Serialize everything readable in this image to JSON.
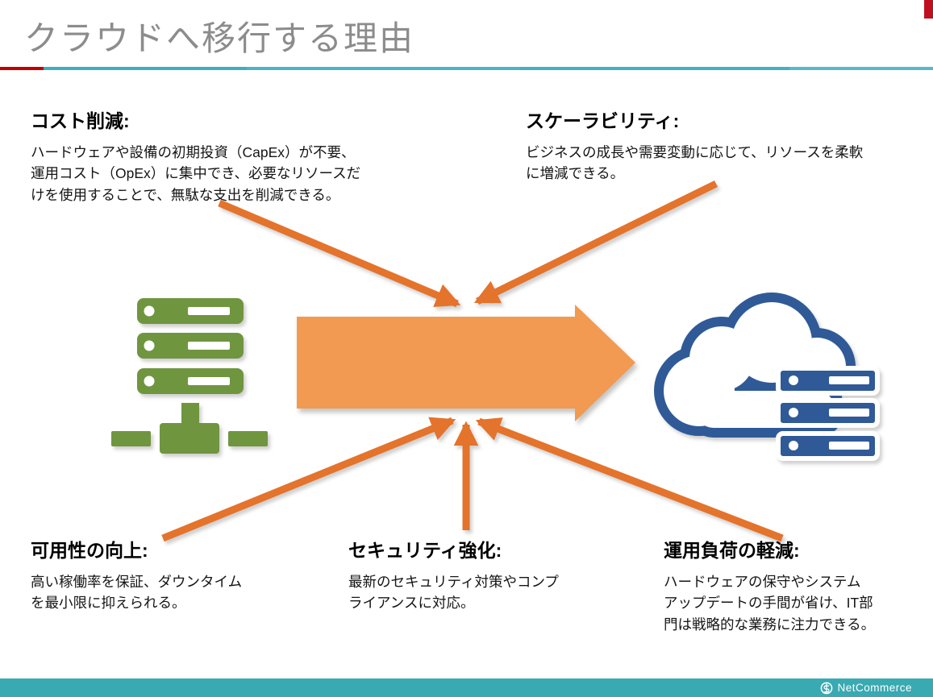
{
  "header": {
    "title": "クラウドへ移行する理由"
  },
  "benefits": [
    {
      "id": "cost",
      "heading": "コスト削減:",
      "body": "ハードウェアや設備の初期投資（CapEx）が不要、\n運用コスト（OpEx）に集中でき、必要なリソースだ\nけを使用することで、無駄な支出を削減できる。"
    },
    {
      "id": "scalability",
      "heading": "スケーラビリティ:",
      "body": "ビジネスの成長や需要変動に応じて、リソースを柔軟\nに増減できる。"
    },
    {
      "id": "availability",
      "heading": "可用性の向上:",
      "body": "高い稼働率を保証、ダウンタイム\nを最小限に抑えられる。"
    },
    {
      "id": "security",
      "heading": "セキュリティ強化:",
      "body": "最新のセキュリティ対策やコンプ\nライアンスに対応。"
    },
    {
      "id": "operations",
      "heading": "運用負荷の軽減:",
      "body": "ハードウェアの保守やシステム\nアップデートの手間が省け、IT部\n門は戦略的な業務に注力できる。"
    }
  ],
  "icons": {
    "left": "on-premise-server-network-icon",
    "center": "migration-arrow",
    "connectors": "benefit-pointer-arrows",
    "right": "cloud-servers-icon",
    "logo": "netcommerce-logo-icon"
  },
  "colors": {
    "title_gray": "#8C8C8C",
    "rule_red": "#C00000",
    "rule_teal": "#4DB5C2",
    "connector_orange": "#E4732B",
    "big_arrow_fill": "#F29A51",
    "onprem_green": "#70953F",
    "cloud_blue": "#2F5A97",
    "footer_teal": "#39A9B2",
    "footer_red": "#C01020"
  },
  "footer": {
    "brand": "NetCommerce"
  }
}
